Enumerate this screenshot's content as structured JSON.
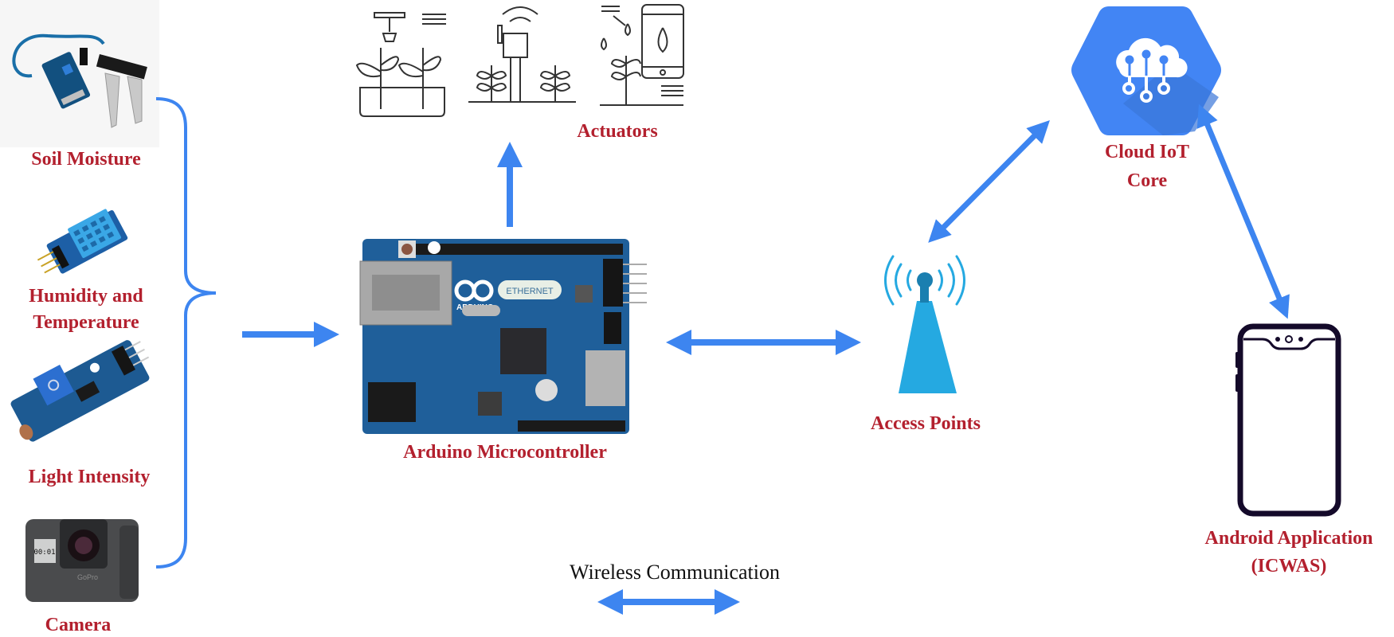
{
  "colors": {
    "label": "#b3202e",
    "arrow": "#3d85f0",
    "cloud_hex": "#4285f4",
    "cloud_shadow": "#3b76d9",
    "tower": "#25a9e1",
    "tower_dark": "#1a7fb0",
    "phone": "#140a2a",
    "icon_stroke": "#333333",
    "pcb": "#1f5f9a",
    "text_dark": "#111111"
  },
  "sensors": [
    {
      "id": "soil",
      "label_lines": [
        "Soil Moisture"
      ],
      "icon": "soil-moisture-sensor-icon"
    },
    {
      "id": "dht",
      "label_lines": [
        "Humidity and",
        "Temperature"
      ],
      "icon": "humidity-temperature-sensor-icon"
    },
    {
      "id": "ldr",
      "label_lines": [
        "Light Intensity"
      ],
      "icon": "light-intensity-sensor-icon"
    },
    {
      "id": "cam",
      "label_lines": [
        "Camera"
      ],
      "icon": "camera-icon"
    }
  ],
  "camera": {
    "display": "00:01",
    "brand": "GoPro"
  },
  "arduino": {
    "label": "Arduino Microcontroller",
    "logo_text": "ARDUINO",
    "badge_text": "ETHERNET"
  },
  "actuators": {
    "label": "Actuators",
    "icons": [
      "sprinkler-plants-icon",
      "soil-sensor-plants-icon",
      "smartphone-watering-icon"
    ]
  },
  "access_point": {
    "label": "Access Points"
  },
  "cloud": {
    "label_lines": [
      "Cloud IoT",
      "Core"
    ]
  },
  "android": {
    "label_lines": [
      "Android Application",
      "(ICWAS)"
    ]
  },
  "legend": {
    "label": "Wireless Communication"
  }
}
